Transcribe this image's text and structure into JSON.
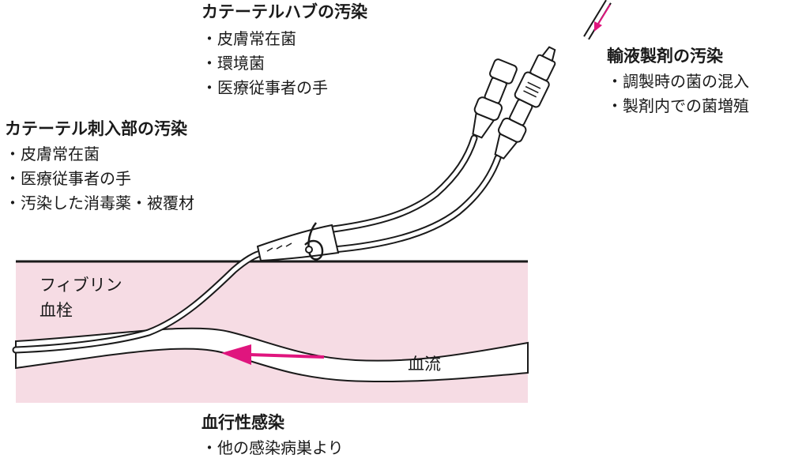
{
  "hub": {
    "title": "カテーテルハブの汚染",
    "items": [
      "・皮膚常在菌",
      "・環境菌",
      "・医療従事者の手"
    ]
  },
  "insertion": {
    "title": "カテーテル刺入部の汚染",
    "items": [
      "・皮膚常在菌",
      "・医療従事者の手",
      "・汚染した消毒薬・被覆材"
    ]
  },
  "infusion": {
    "title": "輸液製剤の汚染",
    "items": [
      "・調製時の菌の混入",
      "・製剤内での菌増殖"
    ]
  },
  "hematogenous": {
    "title": "血行性感染",
    "items": [
      "・他の感染病巣より"
    ]
  },
  "tissue": {
    "fibrin_line1": "フィブリン",
    "fibrin_line2": "血栓",
    "blood_flow": "血流"
  },
  "colors": {
    "skin": "#f6dce4",
    "arrow": "#e0157e",
    "line": "#1a1a1a"
  }
}
